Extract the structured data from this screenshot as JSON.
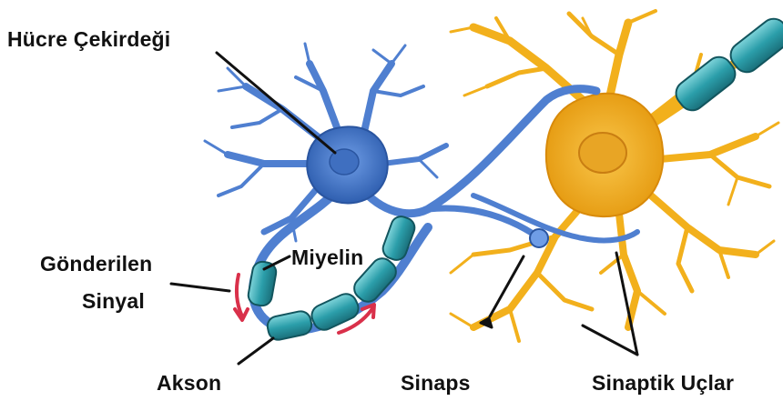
{
  "labels": {
    "nucleus": "Hücre Çekirdeği",
    "myelin": "Miyelin",
    "signal_line1": "Gönderilen",
    "signal_line2": "Sinyal",
    "axon": "Akson",
    "synapse": "Sinaps",
    "synaptic_terminals": "Sinaptik Uçlar"
  },
  "colors": {
    "neuron_blue": "#4f7fd0",
    "neuron_blue_dark": "#2f5fb0",
    "myelin_teal": "#2b9eaa",
    "neuron_yellow": "#f2b01c",
    "neuron_yellow_light": "#f6d06a",
    "signal_arrow": "#d9304a"
  }
}
